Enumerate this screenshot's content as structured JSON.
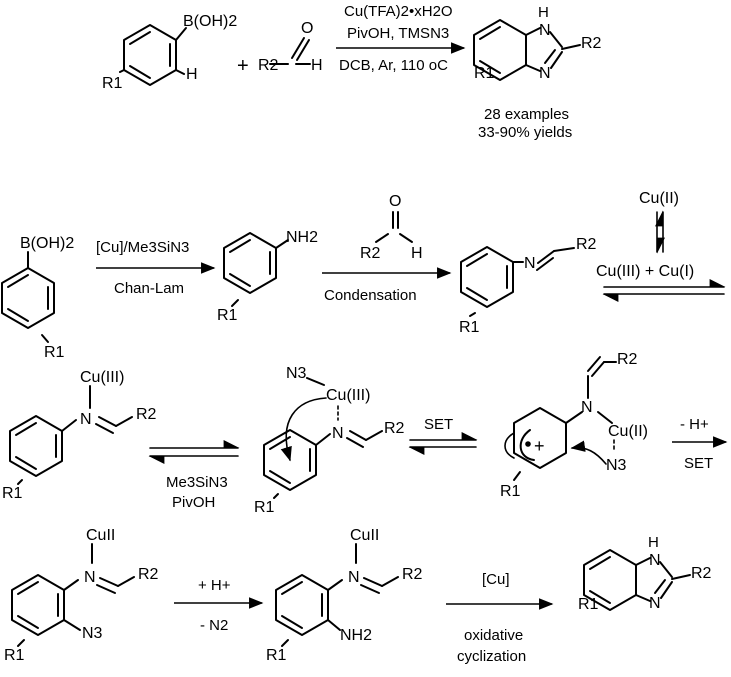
{
  "reaction_top": {
    "reagent_boronic": "B(OH)2",
    "r1": "R1",
    "h": "H",
    "plus": "+",
    "aldehyde_o": "O",
    "aldehyde_r2": "R2",
    "aldehyde_h": "H",
    "conditions_line1": "Cu(TFA)2•xH2O",
    "conditions_line2": "PivOH, TMSN3",
    "conditions_line3": "DCB, Ar, 110 oC",
    "product_nh": "H",
    "product_n": "N",
    "product_n2": "N",
    "product_r2": "R2",
    "product_r1": "R1",
    "examples": "28 examples",
    "yields": "33-90% yields"
  },
  "mechanism_row1": {
    "boronic": "B(OH)2",
    "r1": "R1",
    "arrow_above": "[Cu]/Me3SiN3",
    "arrow_below": "Chan-Lam",
    "aniline_nh2": "NH2",
    "aniline_r1": "R1",
    "aldehyde_o": "O",
    "aldehyde_r2": "R2",
    "aldehyde_h": "H",
    "arrow2_below": "Condensation",
    "imine_n": "N",
    "imine_r2": "R2",
    "imine_r1": "R1",
    "cu2": "Cu(II)",
    "cu3_cu1": "Cu(III) + Cu(I)"
  },
  "mechanism_row2": {
    "cu3": "Cu(III)",
    "n": "N",
    "r2": "R2",
    "r1": "R1",
    "reagent1": "Me3SiN3",
    "reagent2": "PivOH",
    "n3": "N3",
    "cu3b": "Cu(III)",
    "nb": "N",
    "r2b": "R2",
    "r1b": "R1",
    "set": "SET",
    "nc": "N",
    "r2c": "R2",
    "cu2c": "Cu(II)",
    "n3c": "N3",
    "r1c": "R1",
    "minus_h": "- H+",
    "set2": "SET"
  },
  "mechanism_row3": {
    "cu_a": "CuII",
    "n_a": "N",
    "r2_a": "R2",
    "r1_a": "R1",
    "n3_a": "N3",
    "plus_h": "+ H+",
    "minus_n2": "- N2",
    "cu_b": "CuII",
    "n_b": "N",
    "r2_b": "R2",
    "r1_b": "R1",
    "nh2_b": "NH2",
    "cu_cat": "[Cu]",
    "oxidative": "oxidative",
    "cyclization": "cyclization",
    "prod_h": "H",
    "prod_n1": "N",
    "prod_n2": "N",
    "prod_r2": "R2",
    "prod_r1": "R1"
  }
}
